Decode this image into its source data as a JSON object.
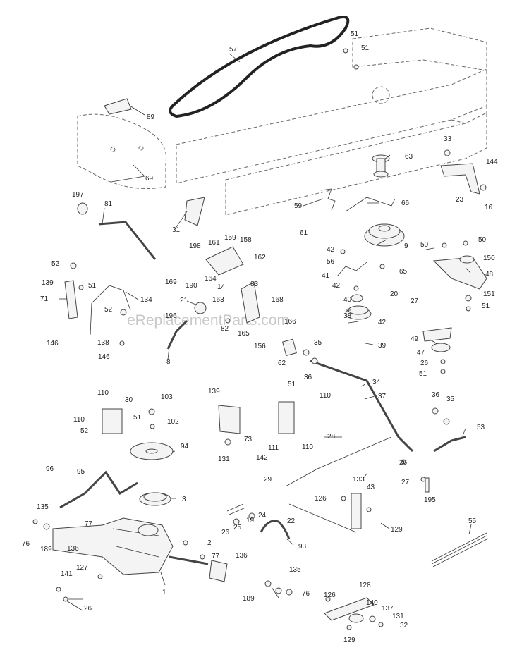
{
  "watermark": "eReplacementParts.com",
  "callouts": [
    "57",
    "51",
    "51",
    "89",
    "69",
    "33",
    "144",
    "63",
    "16",
    "23",
    "197",
    "81",
    "59",
    "66",
    "31",
    "61",
    "9",
    "42",
    "50",
    "50",
    "198",
    "161",
    "159",
    "158",
    "56",
    "150",
    "162",
    "169",
    "190",
    "164",
    "14",
    "41",
    "65",
    "48",
    "52",
    "139",
    "51",
    "134",
    "71",
    "163",
    "83",
    "42",
    "20",
    "27",
    "151",
    "168",
    "52",
    "21",
    "196",
    "40",
    "38",
    "42",
    "51",
    "82",
    "165",
    "166",
    "156",
    "146",
    "138",
    "146",
    "8",
    "49",
    "35",
    "62",
    "39",
    "47",
    "26",
    "36",
    "51",
    "34",
    "37",
    "110",
    "30",
    "103",
    "51",
    "110",
    "52",
    "102",
    "94",
    "139",
    "51",
    "110",
    "73",
    "111",
    "110",
    "131",
    "142",
    "28",
    "36",
    "35",
    "53",
    "26",
    "27",
    "96",
    "95",
    "135",
    "76",
    "189",
    "3",
    "29",
    "133",
    "43",
    "126",
    "195",
    "22",
    "24",
    "19",
    "25",
    "26",
    "93",
    "129",
    "77",
    "2",
    "136",
    "77",
    "127",
    "1",
    "55",
    "136",
    "135",
    "141",
    "189",
    "76",
    "26",
    "128",
    "126",
    "140",
    "137",
    "131",
    "32",
    "129"
  ]
}
